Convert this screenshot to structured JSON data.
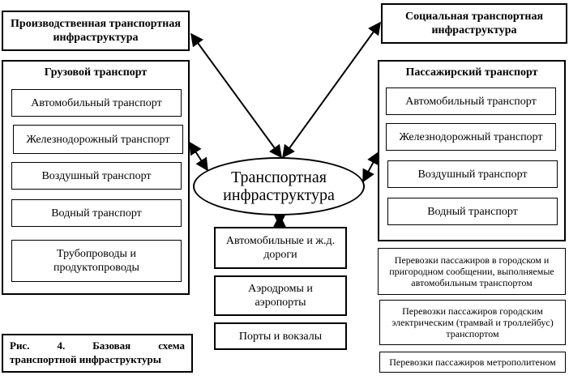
{
  "production_infra": "Производственная транспортная инфраструктура",
  "social_infra": "Социальная транспортная инфраструктура",
  "center": "Транспортная инфраструктура",
  "cargo": {
    "title": "Грузовой транспорт",
    "items": [
      "Автомобильный транспорт",
      "Железнодорожный транспорт",
      "Воздушный транспорт",
      "Водный транспорт",
      "Трубопроводы и продуктопроводы"
    ]
  },
  "passenger": {
    "title": "Пассажирский транспорт",
    "items": [
      "Автомобильный транспорт",
      "Железнодорожный транспорт",
      "Воздушный транспорт",
      "Водный транспорт"
    ]
  },
  "facilities": [
    "Автомобильные и ж.д. дороги",
    "Аэродромы и аэропорты",
    "Порты и вокзалы"
  ],
  "services": [
    "Перевозки пассажиров в городском и пригородном сообщении, выполняемые автомобильным транспортом",
    "Перевозки пассажиров городским электрическим (трамвай и троллейбус) транспортом",
    "Перевозки пассажиров метрополитеном"
  ],
  "caption": {
    "words": [
      "Рис.",
      "4.",
      "Базовая",
      "схема"
    ],
    "line2": "транспортной инфраструктуры"
  }
}
